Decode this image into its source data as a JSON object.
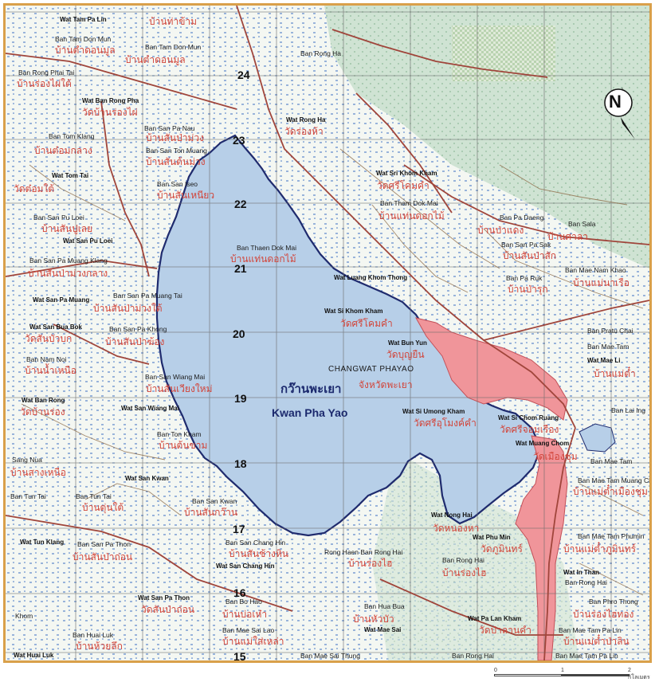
{
  "map": {
    "lake": {
      "name_th": "กว๊านพะเยา",
      "name_en": "Kwan Pha Yao"
    },
    "province": {
      "name_en": "CHANGWAT PHAYAO",
      "name_th": "จังหวัดพะเยา"
    },
    "north_label": "N",
    "grid_numbers": [
      "24",
      "23",
      "22",
      "21",
      "20",
      "19",
      "18",
      "17",
      "16",
      "15"
    ],
    "labels": [
      {
        "text": "Wat Tam Pa Lin",
        "cls": "wat"
      },
      {
        "text": "บ้านท่าข้าม",
        "cls": "th"
      },
      {
        "text": "Ban Tam Don Mun",
        "cls": "vil"
      },
      {
        "text": "Ban Tam Don Mun",
        "cls": "vil"
      },
      {
        "text": "บ้านตำดอนมูล",
        "cls": "th"
      },
      {
        "text": "บ้านตำดอนมูล",
        "cls": "th"
      },
      {
        "text": "Ban Rong Phai Tai",
        "cls": "vil"
      },
      {
        "text": "บ้านร่องไผ่ใต้",
        "cls": "th"
      },
      {
        "text": "Ban Rong Ha",
        "cls": "vil"
      },
      {
        "text": "Wat Ban Rong Pha",
        "cls": "wat"
      },
      {
        "text": "วัดบ้านร่องไผ่",
        "cls": "th"
      },
      {
        "text": "Wat Rong Ha",
        "cls": "wat"
      },
      {
        "text": "วัดร่องห้า",
        "cls": "th"
      },
      {
        "text": "Ban Tom Klang",
        "cls": "vil"
      },
      {
        "text": "บ้านต๋อมกลาง",
        "cls": "th"
      },
      {
        "text": "Ban San Pa Nau",
        "cls": "vil"
      },
      {
        "text": "บ้านสันป่าม่วง",
        "cls": "th"
      },
      {
        "text": "Ban San Ton Muang",
        "cls": "vil"
      },
      {
        "text": "บ้านสันต้นม่วง",
        "cls": "th"
      },
      {
        "text": "Wat Tom Tai",
        "cls": "wat"
      },
      {
        "text": "วัดต๋อมใต้",
        "cls": "th"
      },
      {
        "text": "Ban San Iseo",
        "cls": "vil"
      },
      {
        "text": "บ้านสันเหนียว",
        "cls": "th"
      },
      {
        "text": "Wat Sri Khom Kham",
        "cls": "wat"
      },
      {
        "text": "วัดศรีโคมคำ",
        "cls": "th"
      },
      {
        "text": "Ban Tham Dok Mai",
        "cls": "vil"
      },
      {
        "text": "บ้านแท่นดอกไม้",
        "cls": "th"
      },
      {
        "text": "Ban Pa Daeng",
        "cls": "vil"
      },
      {
        "text": "Ban Sala",
        "cls": "vil"
      },
      {
        "text": "บ้านป่าแดง",
        "cls": "th"
      },
      {
        "text": "บ้านศาลา",
        "cls": "th"
      },
      {
        "text": "Ban San Pu Loei",
        "cls": "vil"
      },
      {
        "text": "บ้านสันปูเลย",
        "cls": "th"
      },
      {
        "text": "Wat San Pu Loei",
        "cls": "wat"
      },
      {
        "text": "Ban San Pa Muang Klang",
        "cls": "vil"
      },
      {
        "text": "บ้านสันป่าม่วงกลาง",
        "cls": "th"
      },
      {
        "text": "Ban Thaen Dok Mai",
        "cls": "vil"
      },
      {
        "text": "บ้านแท่นดอกไม้",
        "cls": "th"
      },
      {
        "text": "Ban San Pa Sak",
        "cls": "vil"
      },
      {
        "text": "บ้านสันป่าสัก",
        "cls": "th"
      },
      {
        "text": "Wat Luang Khom Thong",
        "cls": "wat"
      },
      {
        "text": "Ban Mae Nam Khao",
        "cls": "vil"
      },
      {
        "text": "บ้านแม่นาเรือ",
        "cls": "th"
      },
      {
        "text": "Wat San Pa Muang",
        "cls": "wat"
      },
      {
        "text": "Ban San Pa Muang Tai",
        "cls": "vil"
      },
      {
        "text": "บ้านสันป่าม่วงใต้",
        "cls": "th"
      },
      {
        "text": "Wat Si Khom Kham",
        "cls": "wat"
      },
      {
        "text": "วัดศรีโคมคำ",
        "cls": "th"
      },
      {
        "text": "Ban Pa Ruk",
        "cls": "vil"
      },
      {
        "text": "บ้านป่ารุก",
        "cls": "th"
      },
      {
        "text": "Wat San Bua Bok",
        "cls": "wat"
      },
      {
        "text": "วัดสันบัวบก",
        "cls": "th"
      },
      {
        "text": "Ban San Pa Khong",
        "cls": "vil"
      },
      {
        "text": "บ้านสันป่าฆ้อง",
        "cls": "th"
      },
      {
        "text": "Wat Bun Yun",
        "cls": "wat"
      },
      {
        "text": "วัดบุญยืน",
        "cls": "th"
      },
      {
        "text": "Ban Pratu Chai",
        "cls": "vil"
      },
      {
        "text": "Ban Nam Noi",
        "cls": "vil"
      },
      {
        "text": "บ้านน้ำเหนือ",
        "cls": "th"
      },
      {
        "text": "Ban San Wiang Mai",
        "cls": "vil"
      },
      {
        "text": "บ้านสันเวียงใหม่",
        "cls": "th"
      },
      {
        "text": "Ban Mae Tam",
        "cls": "vil"
      },
      {
        "text": "Wat Mae Li",
        "cls": "wat"
      },
      {
        "text": "บ้านแม่ต๋ำ",
        "cls": "th"
      },
      {
        "text": "Wat Ban Rong",
        "cls": "wat"
      },
      {
        "text": "วัดบ้านร่อง",
        "cls": "th"
      },
      {
        "text": "Wat San Wiang Mai",
        "cls": "wat"
      },
      {
        "text": "Wat Si Umong Kham",
        "cls": "wat"
      },
      {
        "text": "วัดศรีอุโมงค์คำ",
        "cls": "th"
      },
      {
        "text": "Wat Si Chom Ruang",
        "cls": "wat"
      },
      {
        "text": "วัดศรีจอมเรือง",
        "cls": "th"
      },
      {
        "text": "Ban Lai Ing",
        "cls": "vil"
      },
      {
        "text": "Ban Ton Kham",
        "cls": "vil"
      },
      {
        "text": "บ้านต้นขาม",
        "cls": "th"
      },
      {
        "text": "Wat Muang Chom",
        "cls": "wat"
      },
      {
        "text": "วัดเมืองชุม",
        "cls": "th"
      },
      {
        "text": "Sang Nua",
        "cls": "vil"
      },
      {
        "text": "บ้านสางเหนือ",
        "cls": "th"
      },
      {
        "text": "Wat San Kwan",
        "cls": "wat"
      },
      {
        "text": "Ban Tun Tai",
        "cls": "vil"
      },
      {
        "text": "Ban Tun Tai",
        "cls": "vil"
      },
      {
        "text": "บ้านตุ่นใต้",
        "cls": "th"
      },
      {
        "text": "Ban San Kwan",
        "cls": "vil"
      },
      {
        "text": "บ้านสันกว๊าน",
        "cls": "th"
      },
      {
        "text": "Ban Mae Tam",
        "cls": "vil"
      },
      {
        "text": "Ban Mae Tam Muang Chum",
        "cls": "vil"
      },
      {
        "text": "บ้านแม่ต๋ำเมืองชุม",
        "cls": "th"
      },
      {
        "text": "Wat Nong Hai",
        "cls": "wat"
      },
      {
        "text": "วัดหนองหา",
        "cls": "th"
      },
      {
        "text": "Wat Tun Klang",
        "cls": "wat"
      },
      {
        "text": "Ban San Pa Thon",
        "cls": "vil"
      },
      {
        "text": "บ้านสันป่าถ่อน",
        "cls": "th"
      },
      {
        "text": "Ban San Chang Hin",
        "cls": "vil"
      },
      {
        "text": "บ้านสันช้างหิน",
        "cls": "th"
      },
      {
        "text": "Rong Haen Ban Rong Hai",
        "cls": "vil"
      },
      {
        "text": "บ้านร่องไฮ",
        "cls": "th"
      },
      {
        "text": "Wat Phu Min",
        "cls": "wat"
      },
      {
        "text": "วัดภูมินทร์",
        "cls": "th"
      },
      {
        "text": "Ban Mae Tam Phumin",
        "cls": "vil"
      },
      {
        "text": "บ้านแม่ต๋ำภูมินทร์",
        "cls": "th"
      },
      {
        "text": "Wat San Chang Hin",
        "cls": "wat"
      },
      {
        "text": "Ban Rong Hai",
        "cls": "vil"
      },
      {
        "text": "บ้านร่องไฮ",
        "cls": "th"
      },
      {
        "text": "Wat In Than",
        "cls": "wat"
      },
      {
        "text": "Ban Rong Hai",
        "cls": "vil"
      },
      {
        "text": "Wat San Pa Thon",
        "cls": "wat"
      },
      {
        "text": "วัดสันป่าถ่อน",
        "cls": "th"
      },
      {
        "text": "Ban Bo Hao",
        "cls": "vil"
      },
      {
        "text": "บ้านบ่อเห๋า",
        "cls": "th"
      },
      {
        "text": "Ban Hua Bua",
        "cls": "vil"
      },
      {
        "text": "บ้านหัวบัว",
        "cls": "th"
      },
      {
        "text": "Ban Phro Thong",
        "cls": "vil"
      },
      {
        "text": "บ้านร่องไฮทอง",
        "cls": "th"
      },
      {
        "text": "Khom",
        "cls": "vil"
      },
      {
        "text": "Wat Mae Sai",
        "cls": "wat"
      },
      {
        "text": "Wat Pa Lan Kham",
        "cls": "wat"
      },
      {
        "text": "วัดป่าลานคำ",
        "cls": "th"
      },
      {
        "text": "Ban Huai Luk",
        "cls": "vil"
      },
      {
        "text": "บ้านห้วยลึก",
        "cls": "th"
      },
      {
        "text": "Ban Mae Sai Lao",
        "cls": "vil"
      },
      {
        "text": "บ้านแม่ใส่เหล่า",
        "cls": "th"
      },
      {
        "text": "Ban Mae Tam Pa Lin",
        "cls": "vil"
      },
      {
        "text": "บ้านแม่ต๋ำป่าลิน",
        "cls": "th"
      },
      {
        "text": "Wat Huai Luk",
        "cls": "wat"
      },
      {
        "text": "Ban Mae Sai Thung",
        "cls": "vil"
      },
      {
        "text": "Ban Rong Hai",
        "cls": "vil"
      },
      {
        "text": "Ban Mae Tam Pa Lin",
        "cls": "vil"
      }
    ],
    "scale": {
      "ticks": [
        "0",
        "1",
        "2 กิโลเมตร"
      ]
    }
  }
}
